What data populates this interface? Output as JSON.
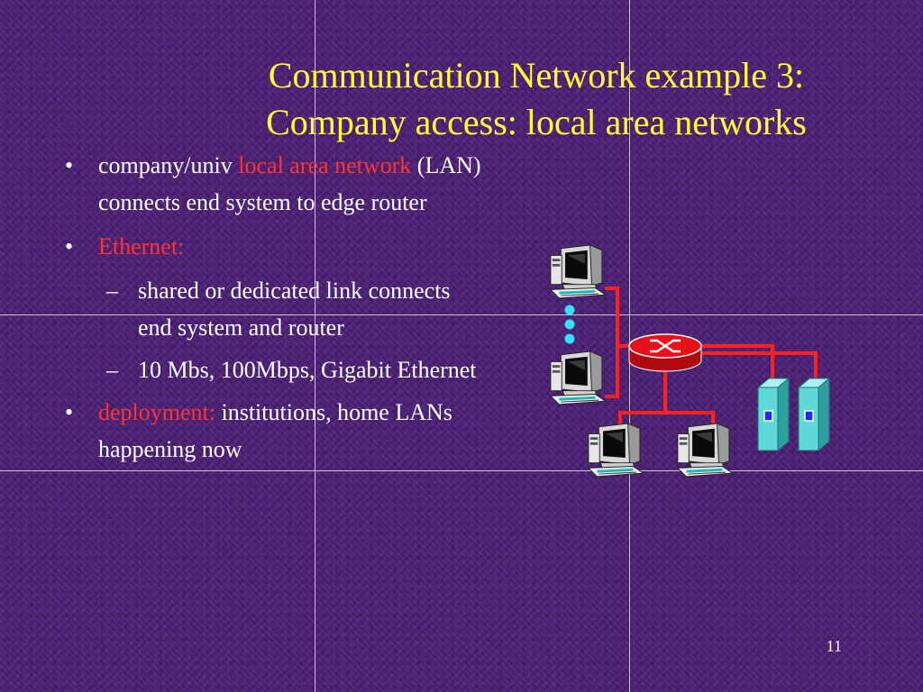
{
  "slide": {
    "title_line1": "Communication Network example 3:",
    "title_line2": "Company access: local area networks",
    "slide_number": "11"
  },
  "bullets": [
    {
      "segments": [
        {
          "text": "company/univ ",
          "highlight": false
        },
        {
          "text": "local area network",
          "highlight": true
        },
        {
          "text": " (LAN) connects end system to edge router",
          "highlight": false
        }
      ]
    },
    {
      "segments": [
        {
          "text": "Ethernet:",
          "highlight": true
        }
      ],
      "sub": [
        {
          "text": "shared or dedicated link connects end system and router"
        },
        {
          "text": "10 Mbs, 100Mbps, Gigabit Ethernet"
        }
      ]
    },
    {
      "segments": [
        {
          "text": "deployment:",
          "highlight": true
        },
        {
          "text": " institutions, home LANs happening now",
          "highlight": false
        }
      ]
    }
  ],
  "colors": {
    "background": "#4a1f73",
    "title": "#ffff33",
    "text": "#ffffff",
    "highlight": "#ff3333",
    "link": "#ff2020",
    "router": "#e8101a",
    "server": "#5fd8d8",
    "ellipsis_dots": "#33e0ff"
  },
  "diagram": {
    "icons": [
      "computer-icon",
      "computer-icon",
      "computer-icon",
      "computer-icon",
      "router-icon",
      "server-icon",
      "server-icon"
    ]
  }
}
